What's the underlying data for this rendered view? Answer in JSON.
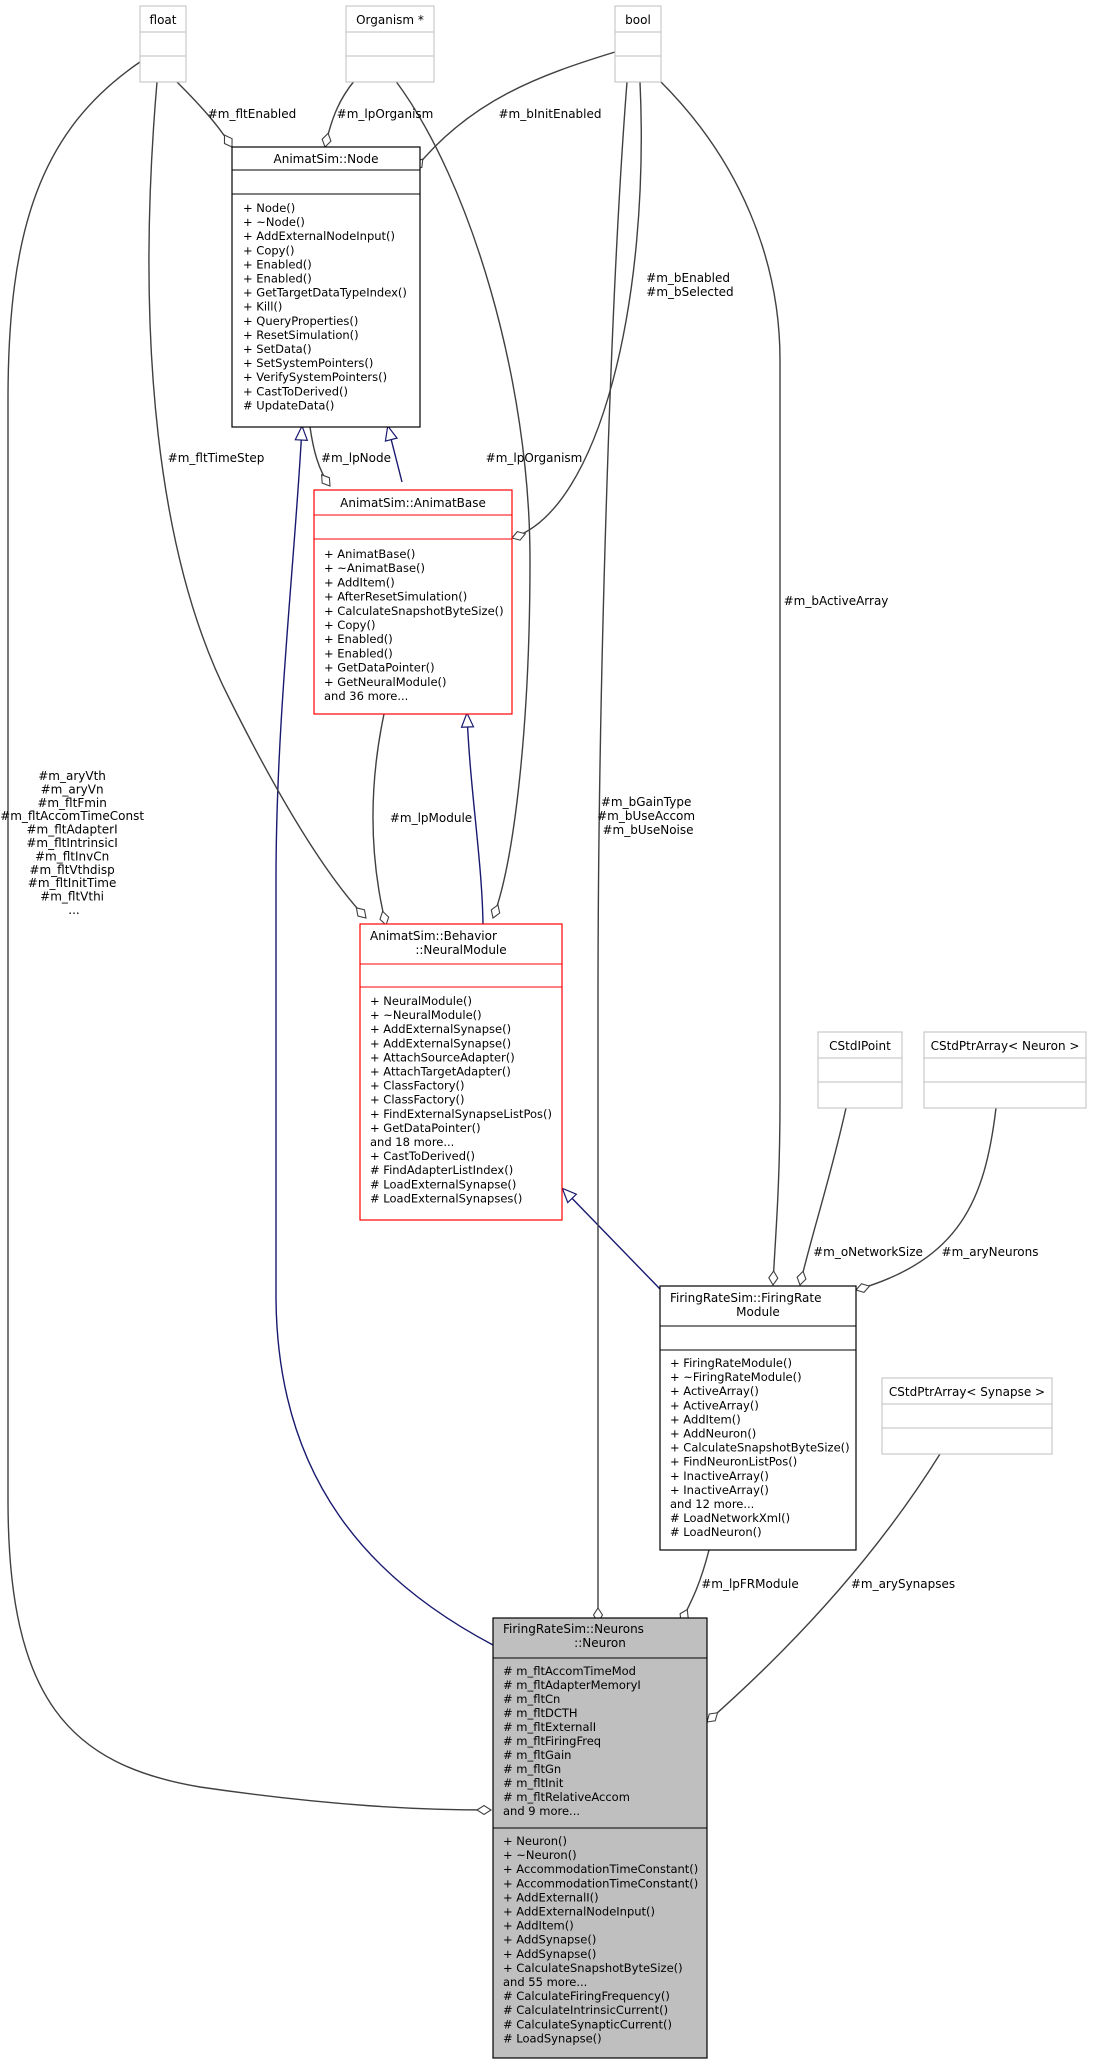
{
  "diagram": {
    "nodes": {
      "float": {
        "title": [
          "float"
        ],
        "sections": [
          [],
          []
        ]
      },
      "organism": {
        "title": [
          "Organism *"
        ],
        "sections": [
          [],
          []
        ]
      },
      "bool": {
        "title": [
          "bool"
        ],
        "sections": [
          [],
          []
        ]
      },
      "node": {
        "title": [
          "AnimatSim::Node"
        ],
        "sections": [
          [],
          [
            "+ Node()",
            "+ ~Node()",
            "+ AddExternalNodeInput()",
            "+ Copy()",
            "+ Enabled()",
            "+ Enabled()",
            "+ GetTargetDataTypeIndex()",
            "+ Kill()",
            "+ QueryProperties()",
            "+ ResetSimulation()",
            "+ SetData()",
            "+ SetSystemPointers()",
            "+ VerifySystemPointers()",
            "+ CastToDerived()",
            "# UpdateData()"
          ]
        ]
      },
      "animatbase": {
        "title": [
          "AnimatSim::AnimatBase"
        ],
        "sections": [
          [],
          [
            "+ AnimatBase()",
            "+ ~AnimatBase()",
            "+ AddItem()",
            "+ AfterResetSimulation()",
            "+ CalculateSnapshotByteSize()",
            "+ Copy()",
            "+ Enabled()",
            "+ Enabled()",
            "+ GetDataPointer()",
            "+ GetNeuralModule()",
            "and 36 more..."
          ]
        ]
      },
      "neuralmodule": {
        "title": [
          "AnimatSim::Behavior",
          "::NeuralModule"
        ],
        "sections": [
          [],
          [
            "+ NeuralModule()",
            "+ ~NeuralModule()",
            "+ AddExternalSynapse()",
            "+ AddExternalSynapse()",
            "+ AttachSourceAdapter()",
            "+ AttachTargetAdapter()",
            "+ ClassFactory()",
            "+ ClassFactory()",
            "+ FindExternalSynapseListPos()",
            "+ GetDataPointer()",
            "and 18 more...",
            "+ CastToDerived()",
            "# FindAdapterListIndex()",
            "# LoadExternalSynapse()",
            "# LoadExternalSynapses()"
          ]
        ]
      },
      "cstdipoint": {
        "title": [
          "CStdIPoint"
        ],
        "sections": [
          [],
          []
        ]
      },
      "cstdptrneuron": {
        "title": [
          "CStdPtrArray< Neuron >"
        ],
        "sections": [
          [],
          []
        ]
      },
      "firingratemodule": {
        "title": [
          "FiringRateSim::FiringRate",
          "Module"
        ],
        "sections": [
          [],
          [
            "+ FiringRateModule()",
            "+ ~FiringRateModule()",
            "+ ActiveArray()",
            "+ ActiveArray()",
            "+ AddItem()",
            "+ AddNeuron()",
            "+ CalculateSnapshotByteSize()",
            "+ FindNeuronListPos()",
            "+ InactiveArray()",
            "+ InactiveArray()",
            "and 12 more...",
            "# LoadNetworkXml()",
            "# LoadNeuron()"
          ]
        ]
      },
      "cstdptrsynapse": {
        "title": [
          "CStdPtrArray< Synapse >"
        ],
        "sections": [
          [],
          []
        ]
      },
      "neuron": {
        "title": [
          "FiringRateSim::Neurons",
          "::Neuron"
        ],
        "sections": [
          [
            "# m_fltAccomTimeMod",
            "# m_fltAdapterMemoryI",
            "# m_fltCn",
            "# m_fltDCTH",
            "# m_fltExternalI",
            "# m_fltFiringFreq",
            "# m_fltGain",
            "# m_fltGn",
            "# m_fltInit",
            "# m_fltRelativeAccom",
            "and 9 more..."
          ],
          [
            "+ Neuron()",
            "+ ~Neuron()",
            "+ AccommodationTimeConstant()",
            "+ AccommodationTimeConstant()",
            "+ AddExternalI()",
            "+ AddExternalNodeInput()",
            "+ AddItem()",
            "+ AddSynapse()",
            "+ AddSynapse()",
            "+ CalculateSnapshotByteSize()",
            "and 55 more...",
            "# CalculateFiringFrequency()",
            "# CalculateIntrinsicCurrent()",
            "# CalculateSynapticCurrent()",
            "# LoadSynapse()"
          ]
        ]
      }
    },
    "edge_labels": {
      "fltEnabled": [
        "#m_fltEnabled"
      ],
      "lpOrganism1": [
        "#m_lpOrganism"
      ],
      "bInitEnabled": [
        "#m_bInitEnabled"
      ],
      "bEnabled": [
        "#m_bEnabled",
        "#m_bSelected"
      ],
      "fltTimeStep": [
        "#m_fltTimeStep"
      ],
      "lpNode": [
        "#m_lpNode"
      ],
      "lpOrganism2": [
        "#m_lpOrganism"
      ],
      "bActiveArray": [
        "#m_bActiveArray"
      ],
      "floatMulti": [
        "#m_aryVth",
        "#m_aryVn",
        "#m_fltFmin",
        "#m_fltAccomTimeConst",
        "#m_fltAdapterI",
        "#m_fltIntrinsicI",
        "#m_fltInvCn",
        "#m_fltVthdisp",
        "#m_fltInitTime",
        "#m_fltVthi",
        "..."
      ],
      "boolMulti": [
        "#m_bGainType",
        "#m_bUseAccom",
        "#m_bUseNoise"
      ],
      "lpModule": [
        "#m_lpModule"
      ],
      "oNetworkSize": [
        "#m_oNetworkSize"
      ],
      "aryNeurons": [
        "#m_aryNeurons"
      ],
      "lpFRModule": [
        "#m_lpFRModule"
      ],
      "arySynapses": [
        "#m_arySynapses"
      ]
    },
    "colors": {
      "inheritance_edge": "#191970",
      "usage_edge": "#404040",
      "gray_border": "#bfbfbf",
      "red_border": "#ff0000",
      "focus_fill": "#bfbfbf"
    }
  }
}
